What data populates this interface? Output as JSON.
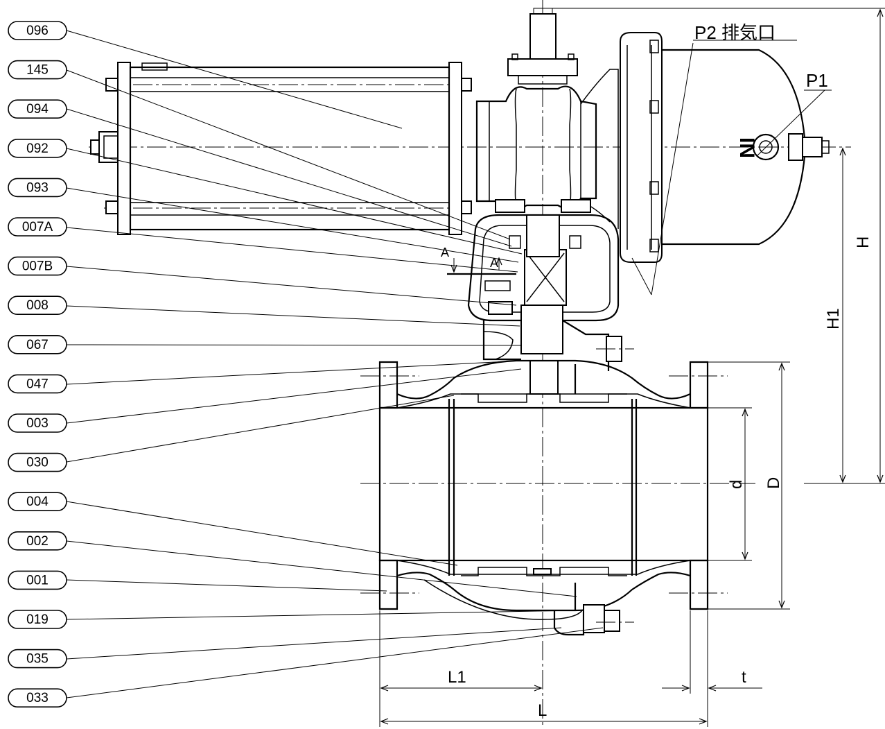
{
  "parts": [
    {
      "id": "096"
    },
    {
      "id": "145"
    },
    {
      "id": "094"
    },
    {
      "id": "092"
    },
    {
      "id": "093"
    },
    {
      "id": "007A"
    },
    {
      "id": "007B"
    },
    {
      "id": "008"
    },
    {
      "id": "067"
    },
    {
      "id": "047"
    },
    {
      "id": "003"
    },
    {
      "id": "030"
    },
    {
      "id": "004"
    },
    {
      "id": "002"
    },
    {
      "id": "001"
    },
    {
      "id": "019"
    },
    {
      "id": "035"
    },
    {
      "id": "033"
    }
  ],
  "labels": {
    "p2": "P2 排気口",
    "p1": "P1",
    "in": "IN",
    "section_a_left": "A",
    "section_a_right": "A"
  },
  "dimensions": {
    "H": "H",
    "H1": "H1",
    "D": "D",
    "d": "d",
    "L": "L",
    "L1": "L1",
    "t": "t"
  }
}
